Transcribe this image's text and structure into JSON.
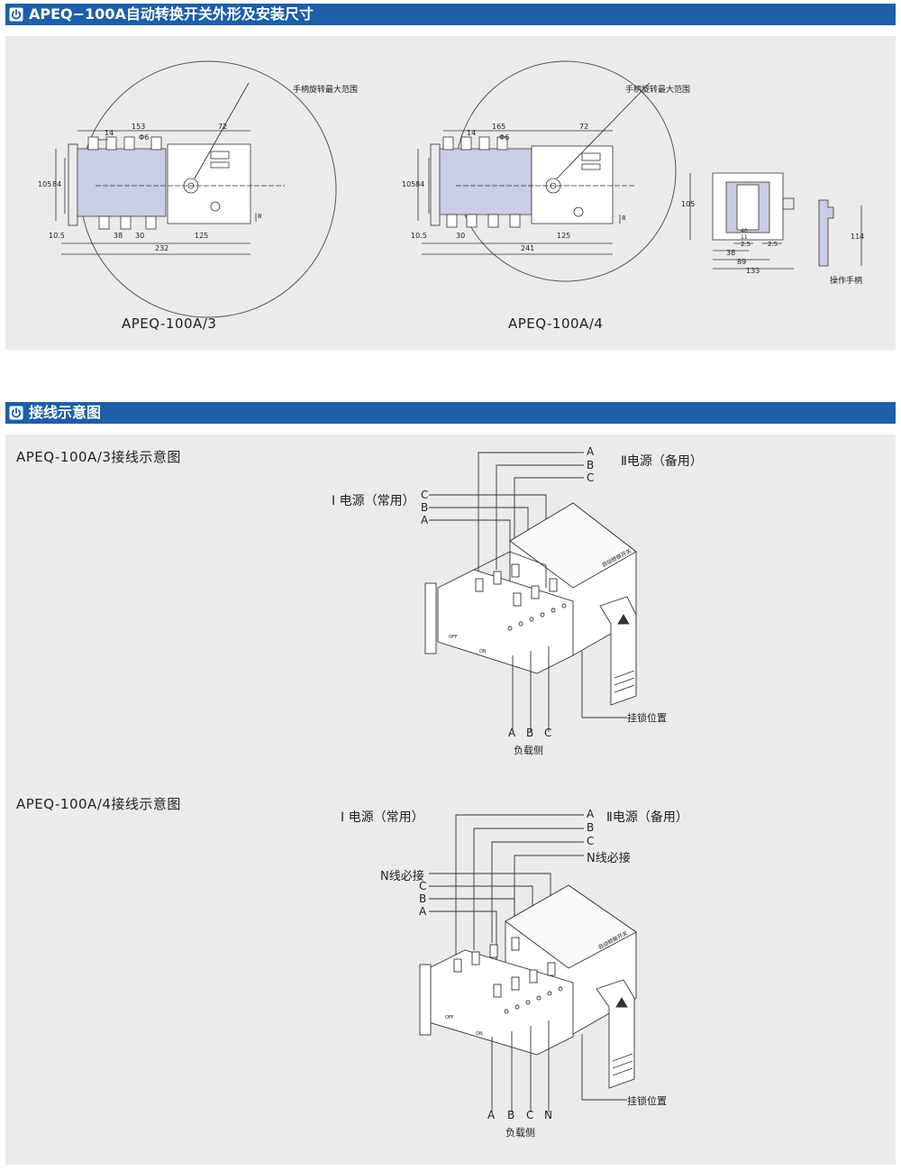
{
  "section1": {
    "title": "APEQ−100A自动转换开关外形及安装尺寸"
  },
  "section2": {
    "title": "接线示意图"
  },
  "outline3": {
    "caption": "APEQ-100A/3",
    "handle_note": "手柄旋转最大范围",
    "d14": "14",
    "d153": "153",
    "d72": "72",
    "phi6": "Φ6",
    "d105": "105",
    "d84": "84",
    "d10_5": "10.5",
    "d38": "38",
    "d30": "30",
    "d125": "125",
    "d232": "232",
    "d_small": "8"
  },
  "outline4": {
    "caption": "APEQ-100A/4",
    "handle_note": "手柄旋转最大范围",
    "d14": "14",
    "d165": "165",
    "d72": "72",
    "phi6": "Φ6",
    "d105": "105",
    "d84": "84",
    "d10_5": "10.5",
    "d30": "30",
    "d125": "125",
    "d241": "241",
    "d_small": "8"
  },
  "side": {
    "d105": "105",
    "d38": "38",
    "d89": "89",
    "d133": "133",
    "d2_5": "2.5",
    "d40": "40",
    "d11": "11"
  },
  "handle": {
    "d114": "114",
    "label": "操作手柄"
  },
  "wiring3": {
    "title": "APEQ-100A/3接线示意图",
    "src2": "Ⅱ电源（备用）",
    "src1": "Ⅰ 电源（常用）",
    "A": "A",
    "B": "B",
    "C": "C",
    "lock": "挂锁位置",
    "load": "负载侧",
    "front_label": "自动转换开关",
    "off": "OFF",
    "on": "ON"
  },
  "wiring4": {
    "title": "APEQ-100A/4接线示意图",
    "src1": "Ⅰ 电源（常用）",
    "src2": "Ⅱ电源（备用）",
    "A": "A",
    "B": "B",
    "C": "C",
    "N": "N",
    "n_must": "N线必接",
    "lock": "挂锁位置",
    "load": "负载侧",
    "front_label": "自动转换开关",
    "off": "OFF",
    "on": "ON"
  },
  "colors": {
    "bar": "#1d5fa8",
    "panel": "#ebebeb",
    "module": "#c9cde6"
  }
}
